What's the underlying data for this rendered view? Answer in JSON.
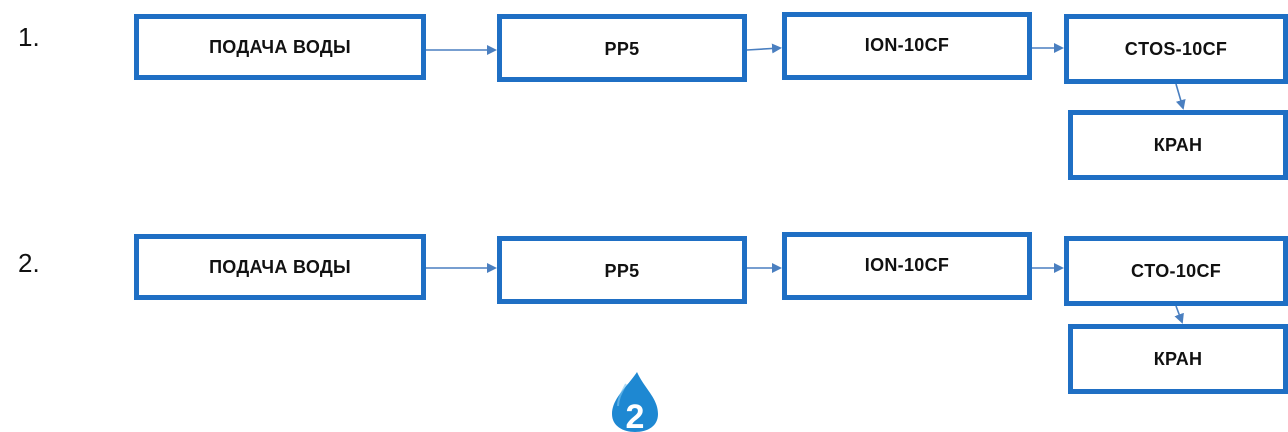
{
  "colors": {
    "box_border": "#1f6fc4",
    "arrow": "#4a7fc0",
    "drop": "#1e88d2",
    "drop_text": "#ffffff"
  },
  "rows": [
    {
      "number": "1.",
      "nodes": [
        "ПОДАЧА ВОДЫ",
        "PP5",
        "ION-10CF",
        "CTOS-10CF"
      ],
      "branch": "КРАН"
    },
    {
      "number": "2.",
      "nodes": [
        "ПОДАЧА ВОДЫ",
        "PP5",
        "ION-10CF",
        "CTO-10CF"
      ],
      "branch": "КРАН"
    }
  ],
  "logo": {
    "icon": "water-drop-icon",
    "text": "2"
  }
}
